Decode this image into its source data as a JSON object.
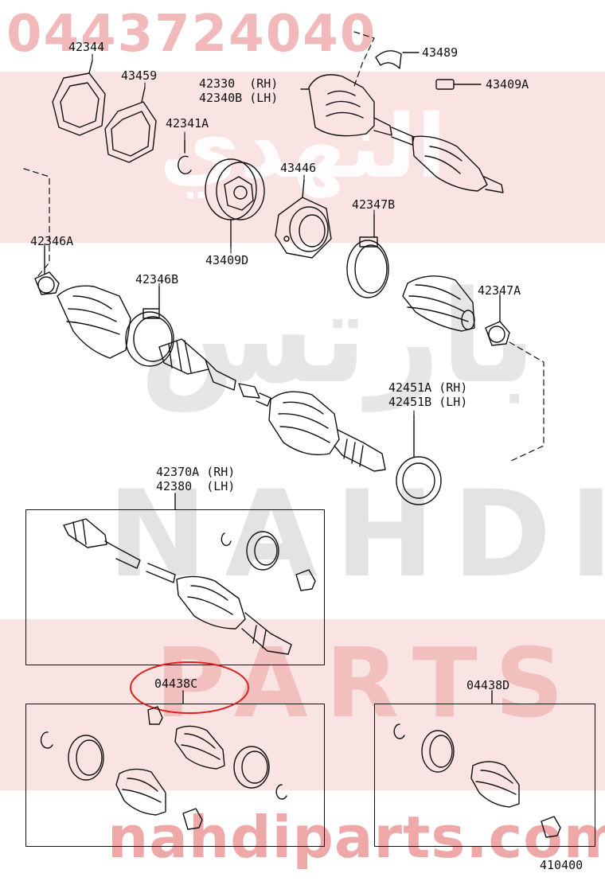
{
  "watermarks": {
    "part_number": "0443724040",
    "brand_latin": "NAHDI",
    "brand_parts": "PARTS",
    "website": "nahdiparts.com",
    "arabic_1": "النهدي",
    "arabic_2": "بارتس"
  },
  "labels": {
    "p42344": "42344",
    "p43459": "43459",
    "p42330_42340b": "42330  (RH)\n42340B (LH)",
    "p43489": "43489",
    "p43409a": "43409A",
    "p42341a": "42341A",
    "p43446": "43446",
    "p42347b": "42347B",
    "p43409d": "43409D",
    "p42346a": "42346A",
    "p42346b": "42346B",
    "p42347a": "42347A",
    "p42451": "42451A (RH)\n42451B (LH)",
    "p42370_42380": "42370A (RH)\n42380  (LH)",
    "p04438c": "04438C",
    "p04438d": "04438D",
    "diagram_code": "410400"
  },
  "colors": {
    "line": "#111111",
    "highlight": "#e0201c",
    "watermark_red": "#f0b0b0"
  }
}
